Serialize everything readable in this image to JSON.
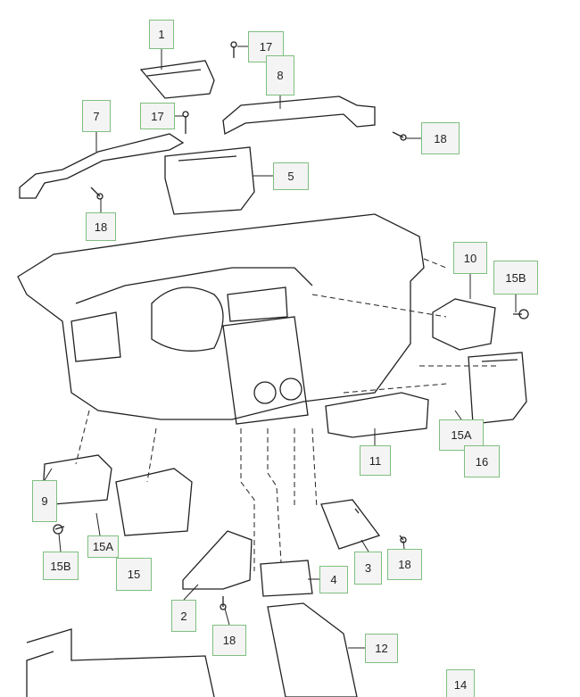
{
  "colors": {
    "label_border": "#7fbf7f",
    "label_fill": "#f4f4f4",
    "line": "#222222"
  },
  "labels": [
    {
      "id": "l1",
      "text": "1"
    },
    {
      "id": "l17a",
      "text": "17"
    },
    {
      "id": "l8",
      "text": "8"
    },
    {
      "id": "l7",
      "text": "7"
    },
    {
      "id": "l17b",
      "text": "17"
    },
    {
      "id": "l18a",
      "text": "18"
    },
    {
      "id": "l5",
      "text": "5"
    },
    {
      "id": "l18b",
      "text": "18"
    },
    {
      "id": "l10",
      "text": "10"
    },
    {
      "id": "l15Ba",
      "text": "15B"
    },
    {
      "id": "l15Aa",
      "text": "15A"
    },
    {
      "id": "l16",
      "text": "16"
    },
    {
      "id": "l11",
      "text": "11"
    },
    {
      "id": "l9",
      "text": "9"
    },
    {
      "id": "l15Bb",
      "text": "15B"
    },
    {
      "id": "l15Ab",
      "text": "15A"
    },
    {
      "id": "l15",
      "text": "15"
    },
    {
      "id": "l4",
      "text": "4"
    },
    {
      "id": "l3",
      "text": "3"
    },
    {
      "id": "l18c",
      "text": "18"
    },
    {
      "id": "l2",
      "text": "2"
    },
    {
      "id": "l18d",
      "text": "18"
    },
    {
      "id": "l12",
      "text": "12"
    },
    {
      "id": "l14",
      "text": "14"
    }
  ]
}
